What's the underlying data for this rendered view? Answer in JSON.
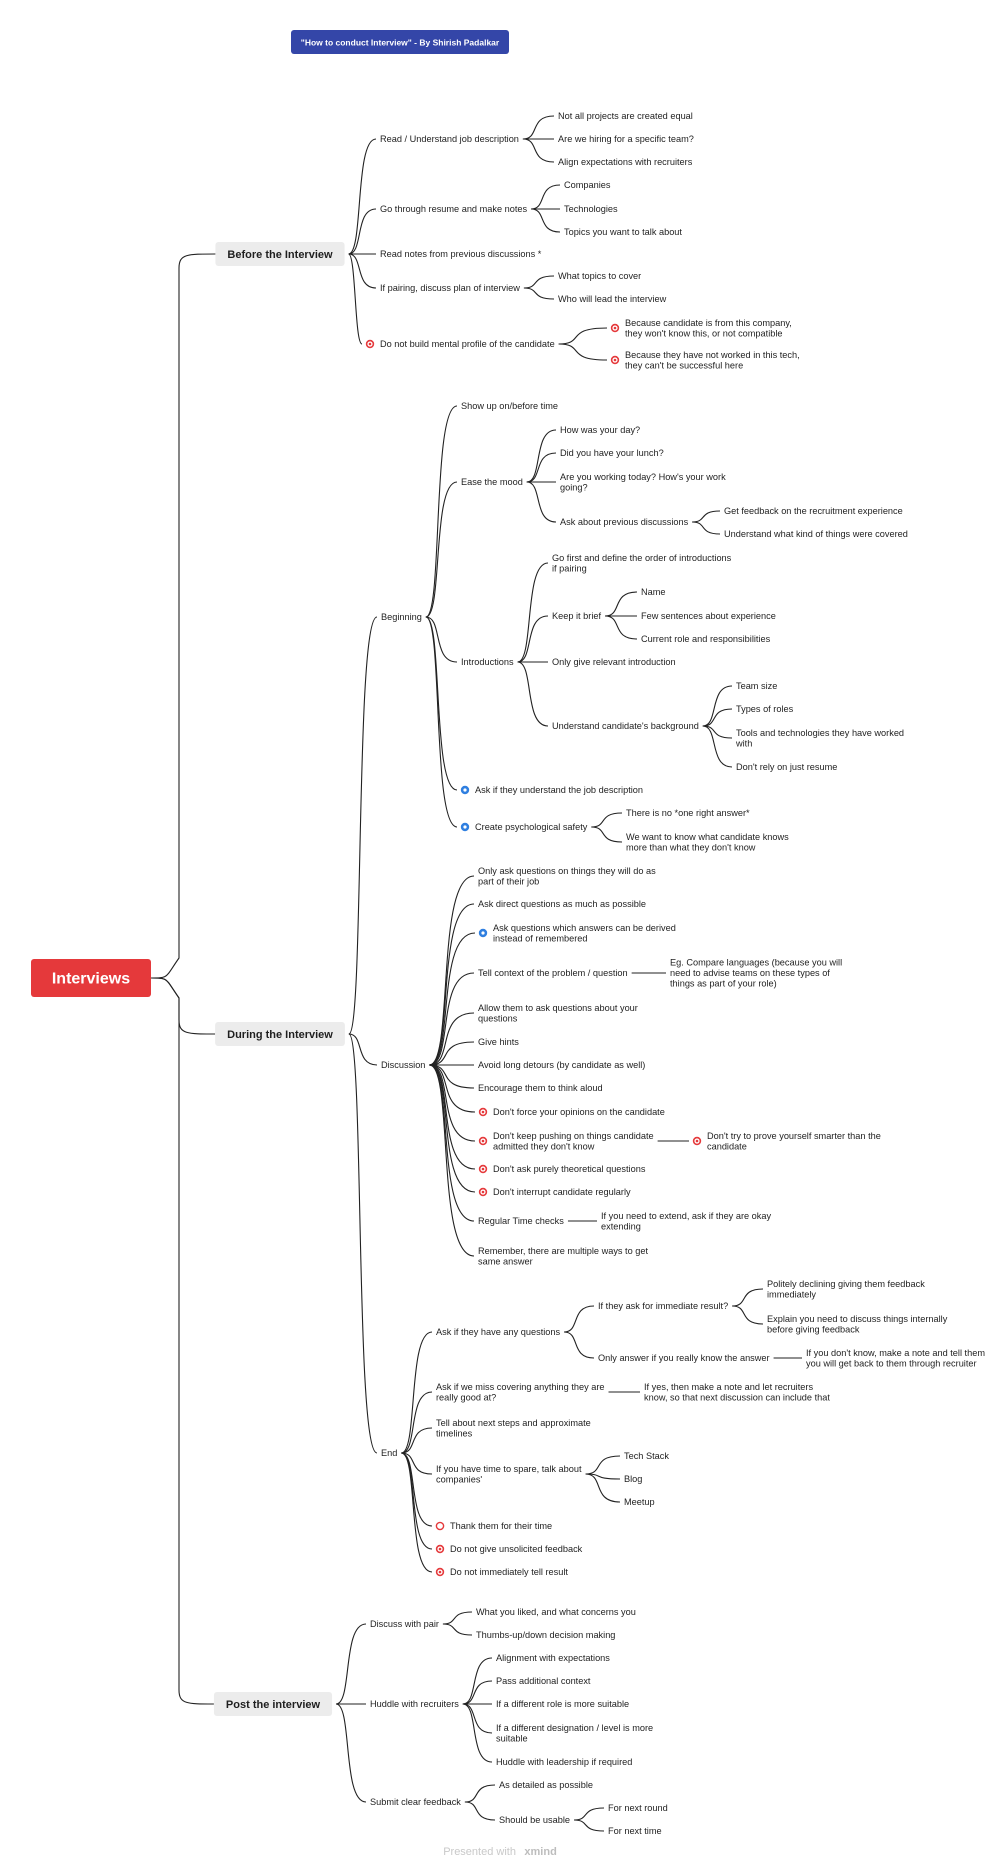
{
  "colors": {
    "root": "#e5393b",
    "section_bg": "#ececec",
    "title_badge": "#3446a8",
    "line": "#222222",
    "icon_red": "#e5393b",
    "icon_blue": "#2f7fe0"
  },
  "title_badge": "\"How to conduct Interview\" - By Shirish Padalkar",
  "footer": {
    "prefix": "Presented with",
    "brand": "xmind"
  },
  "root": {
    "label": "Interviews",
    "children": [
      {
        "label": "Before the Interview",
        "children": [
          {
            "label": "Read / Understand job description",
            "children": [
              {
                "label": "Not all projects are created equal"
              },
              {
                "label": "Are we hiring for a specific team?"
              },
              {
                "label": "Align expectations with recruiters"
              }
            ]
          },
          {
            "label": "Go through resume and make notes",
            "children": [
              {
                "label": "Companies"
              },
              {
                "label": "Technologies"
              },
              {
                "label": "Topics you want to talk about"
              }
            ]
          },
          {
            "label": "Read notes from previous discussions *"
          },
          {
            "label": "If pairing, discuss plan of interview",
            "children": [
              {
                "label": "What topics to cover"
              },
              {
                "label": "Who will lead the interview"
              }
            ]
          },
          {
            "label": "Do not build mental profile of the candidate",
            "icon": "red-target-icon",
            "children": [
              {
                "label": [
                  "Because candidate is from this company,",
                  "they won't know this, or not compatible"
                ],
                "icon": "red-target-icon"
              },
              {
                "label": [
                  "Because they have not worked in this tech,",
                  "they can't be successful here"
                ],
                "icon": "red-target-icon"
              }
            ]
          }
        ]
      },
      {
        "label": "During the Interview",
        "children": [
          {
            "label": "Beginning",
            "children": [
              {
                "label": "Show up on/before time"
              },
              {
                "label": "Ease the mood",
                "children": [
                  {
                    "label": "How was your day?"
                  },
                  {
                    "label": "Did you have your lunch?"
                  },
                  {
                    "label": [
                      "Are you working today? How's your work",
                      "going?"
                    ]
                  },
                  {
                    "label": "Ask about previous discussions",
                    "children": [
                      {
                        "label": "Get feedback on the recruitment experience"
                      },
                      {
                        "label": "Understand what kind of things were covered"
                      }
                    ]
                  }
                ]
              },
              {
                "label": "Introductions",
                "children": [
                  {
                    "label": [
                      "Go first and define the order of introductions",
                      "if pairing"
                    ]
                  },
                  {
                    "label": "Keep it brief",
                    "children": [
                      {
                        "label": "Name"
                      },
                      {
                        "label": "Few sentences about experience"
                      },
                      {
                        "label": "Current role and responsibilities"
                      }
                    ]
                  },
                  {
                    "label": "Only give relevant introduction"
                  },
                  {
                    "label": "Understand candidate's background",
                    "children": [
                      {
                        "label": "Team size"
                      },
                      {
                        "label": "Types of roles"
                      },
                      {
                        "label": [
                          "Tools and technologies they have worked",
                          "with"
                        ]
                      },
                      {
                        "label": "Don't rely on just resume"
                      }
                    ]
                  }
                ]
              },
              {
                "label": "Ask if they understand the job description",
                "icon": "blue-dot-icon"
              },
              {
                "label": "Create psychological safety",
                "icon": "blue-dot-icon",
                "children": [
                  {
                    "label": "There is no *one right answer*"
                  },
                  {
                    "label": [
                      "We want to know what candidate knows",
                      "more than what they don't know"
                    ]
                  }
                ]
              }
            ]
          },
          {
            "label": "Discussion",
            "children": [
              {
                "label": [
                  "Only ask questions on things they will do as",
                  "part of their job"
                ]
              },
              {
                "label": "Ask direct questions as much as possible"
              },
              {
                "label": [
                  "Ask questions which answers can be derived",
                  "instead of remembered"
                ],
                "icon": "blue-dot-icon"
              },
              {
                "label": "Tell context of the problem / question",
                "children": [
                  {
                    "label": [
                      "Eg. Compare languages (because you will",
                      "need to advise teams on these types of",
                      "things as part of your role)"
                    ]
                  }
                ]
              },
              {
                "label": [
                  "Allow them to ask questions about your",
                  "questions"
                ]
              },
              {
                "label": "Give hints"
              },
              {
                "label": "Avoid long detours (by candidate as well)"
              },
              {
                "label": "Encourage them to think aloud"
              },
              {
                "label": "Don't force your opinions on the candidate",
                "icon": "red-target-icon"
              },
              {
                "label": [
                  "Don't keep pushing on things candidate",
                  "admitted they don't know"
                ],
                "icon": "red-target-icon",
                "children": [
                  {
                    "label": [
                      "Don't try to prove yourself smarter than the",
                      "candidate"
                    ],
                    "icon": "red-target-icon"
                  }
                ]
              },
              {
                "label": "Don't ask purely theoretical questions",
                "icon": "red-target-icon"
              },
              {
                "label": "Don't interrupt candidate regularly",
                "icon": "red-target-icon"
              },
              {
                "label": "Regular Time checks",
                "children": [
                  {
                    "label": [
                      "If you need to extend, ask if they are okay",
                      "extending"
                    ]
                  }
                ]
              },
              {
                "label": [
                  "Remember, there are multiple ways to get",
                  "same answer"
                ]
              }
            ]
          },
          {
            "label": "End",
            "children": [
              {
                "label": "Ask if they have any questions",
                "children": [
                  {
                    "label": "If they ask for immediate result?",
                    "children": [
                      {
                        "label": [
                          "Politely declining giving them feedback",
                          "immediately"
                        ]
                      },
                      {
                        "label": [
                          "Explain you need to discuss things internally",
                          "before giving feedback"
                        ]
                      }
                    ]
                  },
                  {
                    "label": "Only answer if you really know the answer",
                    "children": [
                      {
                        "label": [
                          "If you don't know, make a note and tell them",
                          "you will get back to them through recruiter"
                        ]
                      }
                    ]
                  }
                ]
              },
              {
                "label": [
                  "Ask if we miss covering anything they are",
                  "really good at?"
                ],
                "children": [
                  {
                    "label": [
                      "If yes, then make a note and let recruiters",
                      "know, so that next discussion can include that"
                    ]
                  }
                ]
              },
              {
                "label": [
                  "Tell about next steps and approximate",
                  "timelines"
                ]
              },
              {
                "label": [
                  "If you have time to spare, talk about",
                  "companies'"
                ],
                "children": [
                  {
                    "label": "Tech Stack"
                  },
                  {
                    "label": "Blog"
                  },
                  {
                    "label": "Meetup"
                  }
                ]
              },
              {
                "label": "Thank them for their time",
                "icon": "red-ring-icon"
              },
              {
                "label": "Do not give unsolicited feedback",
                "icon": "red-target-icon"
              },
              {
                "label": "Do not immediately tell result",
                "icon": "red-target-icon"
              }
            ]
          }
        ]
      },
      {
        "label": "Post the interview",
        "children": [
          {
            "label": "Discuss with pair",
            "children": [
              {
                "label": "What you liked, and what concerns you"
              },
              {
                "label": "Thumbs-up/down decision making"
              }
            ]
          },
          {
            "label": "Huddle with recruiters",
            "children": [
              {
                "label": "Alignment with expectations"
              },
              {
                "label": "Pass additional context"
              },
              {
                "label": "If a different role is more suitable"
              },
              {
                "label": [
                  "If a different designation / level is more",
                  "suitable"
                ]
              },
              {
                "label": "Huddle with leadership if required"
              }
            ]
          },
          {
            "label": "Submit clear feedback",
            "children": [
              {
                "label": "As detailed as possible"
              },
              {
                "label": "Should be usable",
                "children": [
                  {
                    "label": "For next round"
                  },
                  {
                    "label": "For next time"
                  }
                ]
              }
            ]
          }
        ]
      }
    ]
  }
}
